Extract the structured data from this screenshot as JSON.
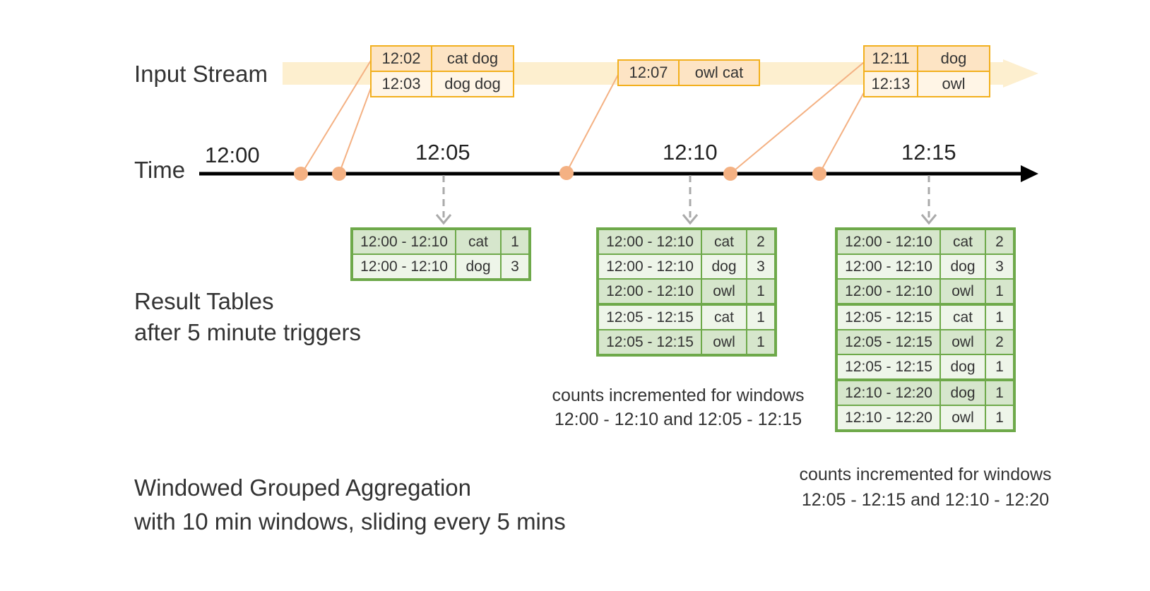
{
  "labels": {
    "input_stream": "Input Stream",
    "time": "Time",
    "result_tables_line1": "Result Tables",
    "result_tables_line2": "after 5 minute triggers",
    "caption_line1": "Windowed Grouped Aggregation",
    "caption_line2": "with 10 min windows, sliding every 5 mins",
    "note1_line1": "counts incremented for windows",
    "note1_line2": "12:00 - 12:10 and 12:05 - 12:15",
    "note2_line1": "counts incremented for windows",
    "note2_line2": "12:05 - 12:15 and 12:10 - 12:20"
  },
  "time_ticks": [
    "12:00",
    "12:05",
    "12:10",
    "12:15"
  ],
  "input_events": [
    [
      {
        "time": "12:02",
        "words": "cat dog"
      },
      {
        "time": "12:03",
        "words": "dog dog"
      }
    ],
    [
      {
        "time": "12:07",
        "words": "owl cat"
      }
    ],
    [
      {
        "time": "12:11",
        "words": "dog"
      },
      {
        "time": "12:13",
        "words": "owl"
      }
    ]
  ],
  "result_tables": [
    [
      [
        "12:00 - 12:10",
        "cat",
        "1"
      ],
      [
        "12:00 - 12:10",
        "dog",
        "3"
      ]
    ],
    [
      [
        "12:00 - 12:10",
        "cat",
        "2"
      ],
      [
        "12:00 - 12:10",
        "dog",
        "3"
      ],
      [
        "12:00 - 12:10",
        "owl",
        "1"
      ],
      [
        "12:05 - 12:15",
        "cat",
        "1"
      ],
      [
        "12:05 - 12:15",
        "owl",
        "1"
      ]
    ],
    [
      [
        "12:00 - 12:10",
        "cat",
        "2"
      ],
      [
        "12:00 - 12:10",
        "dog",
        "3"
      ],
      [
        "12:00 - 12:10",
        "owl",
        "1"
      ],
      [
        "12:05 - 12:15",
        "cat",
        "1"
      ],
      [
        "12:05 - 12:15",
        "owl",
        "2"
      ],
      [
        "12:05 - 12:15",
        "dog",
        "1"
      ],
      [
        "12:10 - 12:20",
        "dog",
        "1"
      ],
      [
        "12:10 - 12:20",
        "owl",
        "1"
      ]
    ]
  ],
  "colors": {
    "stream_band": "#fdefcf",
    "event_border": "#f2b01e",
    "event_dot": "#f4b183",
    "connector": "#f4b183",
    "axis": "#000000",
    "table_border": "#6ea94a",
    "trigger_arrow": "#aaaaaa"
  }
}
